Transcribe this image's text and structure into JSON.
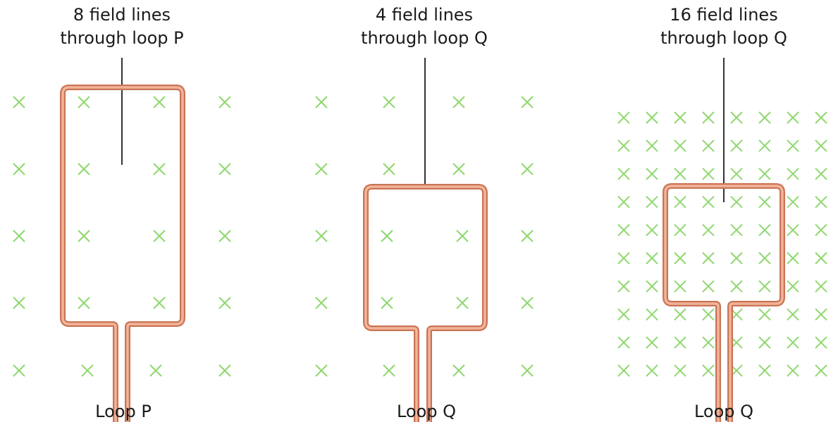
{
  "panels": [
    {
      "caption_line1": "8 field lines",
      "caption_line2": "through loop P",
      "loop_label": "Loop P"
    },
    {
      "caption_line1": "4 field lines",
      "caption_line2": "through loop Q",
      "loop_label": "Loop Q"
    },
    {
      "caption_line1": "16 field lines",
      "caption_line2": "through loop Q",
      "loop_label": "Loop Q"
    }
  ],
  "colors": {
    "field_marker": "#8fd86f",
    "wire_outer": "#c97455",
    "wire_inner": "#f2b49a",
    "pointer_line": "#000000",
    "text": "#1a1a1a"
  },
  "icons": {
    "field_marker": "cross-x-icon"
  }
}
